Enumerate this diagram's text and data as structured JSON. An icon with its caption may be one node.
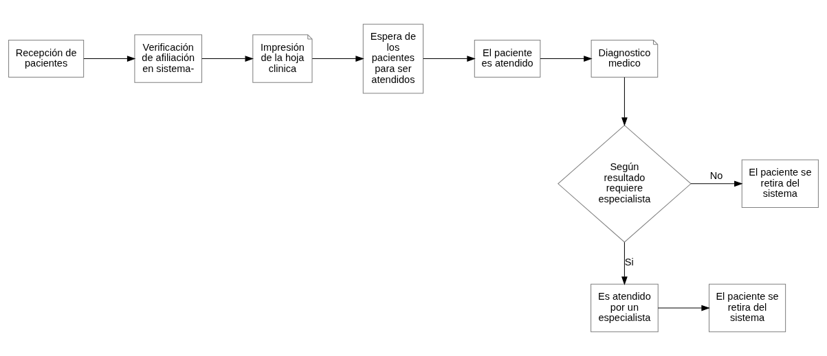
{
  "diagram": {
    "nodes": [
      {
        "text": [
          "Recepción de pacientes"
        ]
      },
      {
        "text": [
          "Verificación de afiliación en sistema-"
        ]
      },
      {
        "text": [
          "Impresión de la hoja clinica"
        ]
      },
      {
        "text": [
          "Espera de los pacientes para ser atendidos"
        ]
      },
      {
        "text": [
          "El paciente es atendido"
        ]
      },
      {
        "text": [
          "Diagnostico medico"
        ]
      },
      {
        "text": [
          "Según resultado requiere especialista"
        ]
      },
      {
        "text": [
          "El paciente se retira del sistema"
        ]
      },
      {
        "text": [
          "Es atendido por un especialista"
        ]
      },
      {
        "text": [
          "El paciente se retira del sistema"
        ]
      }
    ],
    "edges": [
      {
        "from": 0,
        "to": 1,
        "arrow": "to"
      },
      {
        "from": 1,
        "to": 2,
        "arrow": "to"
      },
      {
        "from": 2,
        "to": 3,
        "arrow": "to"
      },
      {
        "from": 3,
        "to": 4,
        "arrow": "to"
      },
      {
        "from": 4,
        "to": 5,
        "arrow": "to"
      },
      {
        "from": 5,
        "to": 6,
        "arrow": "to"
      },
      {
        "from": 6,
        "to": 7,
        "label": "No",
        "arrow": "to"
      },
      {
        "from": 6,
        "to": 8,
        "label": "Si",
        "arrow": "to"
      },
      {
        "from": 8,
        "to": 9,
        "arrow": "to"
      }
    ]
  }
}
